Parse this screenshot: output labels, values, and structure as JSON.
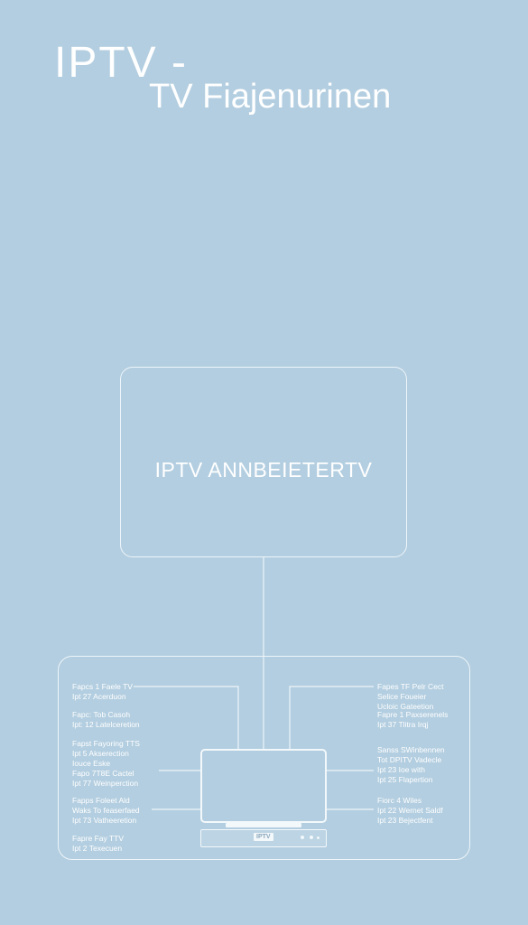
{
  "header": {
    "title_line1": "IPTV -",
    "title_line2": "TV Fiajenurinen"
  },
  "provider": {
    "label": "IPTV ANNBEIETERTV"
  },
  "device": {
    "badge": "IPTV"
  },
  "notes_left": [
    [
      "Fapcs 1 Faele TV",
      "Ipt 27 Acerduon"
    ],
    [
      "Fapc: Tob Casoh",
      "Ipt: 12 Latelceretion"
    ],
    [
      "Fapst Fayoring TTS",
      "Ipt 5  Akserection",
      "Iouce Eske",
      "Fapo 7T8E Cactel",
      "Ipt 77 Weinperction"
    ],
    [
      "Fapps Foleet Ald",
      "Waks To feaserfaed",
      "Ipt 73 Vatheeretion"
    ],
    [
      "Fapre Fay TTV",
      "Ipt 2  Texecuen"
    ]
  ],
  "notes_right": [
    [
      "Fapes TF Pelr Cect",
      "Selice Foueier",
      "Ucloic Gateetion"
    ],
    [
      "Fapre 1 Paxserenels",
      "Ipt 37 Tlitra Irqj"
    ],
    [
      "Sanss SWinbennen",
      "Tot DPITV Vadecle",
      "Ipt 23 Ioe with",
      "Ipt 25 Flapertion"
    ],
    [
      "Fiorc 4 Wiles",
      "Ipt 22 Wernet Saldf",
      "Ipt 23 Bejectfent"
    ]
  ],
  "colors": {
    "background": "#b3cee0",
    "line": "#eef5fa",
    "text": "#ffffff"
  }
}
